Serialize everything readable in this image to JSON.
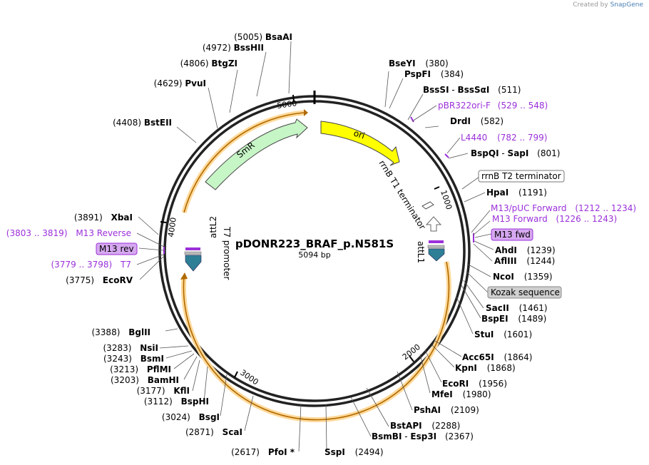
{
  "app": {
    "credit_prefix": "Created by",
    "credit_brand": "SnapGene"
  },
  "plasmid": {
    "name": "pDONR223_BRAF_p.N581S",
    "length_label": "5094 bp",
    "length": 5094
  },
  "ruler": [
    "1000",
    "2000",
    "3000",
    "4000",
    "5000"
  ],
  "features": [
    {
      "name": "ori",
      "color": "#ffff00"
    },
    {
      "name": "SmR",
      "color": "#c6f5c6"
    },
    {
      "name": "rrnB T1 terminator",
      "color": "#ffffff"
    },
    {
      "name": "attL1",
      "color": "#2e7f96"
    },
    {
      "name": "attL2",
      "color": "#2e7f96"
    },
    {
      "name": "T7 promoter",
      "color": "#ffffff"
    }
  ],
  "labels": {
    "BsaAI": {
      "name": "BsaAI",
      "pos": "(5005)"
    },
    "BssHII": {
      "name": "BssHII",
      "pos": "(4972)"
    },
    "BtgZI": {
      "name": "BtgZI",
      "pos": "(4806)"
    },
    "PvuI": {
      "name": "PvuI",
      "pos": "(4629)"
    },
    "BstEII": {
      "name": "BstEII",
      "pos": "(4408)"
    },
    "BseYI": {
      "name": "BseYI",
      "pos": "(380)"
    },
    "PspFI": {
      "name": "PspFI",
      "pos": "(384)"
    },
    "BssSI": {
      "name": "BssSI",
      "sep": "-",
      "name2": "BssSαI",
      "pos": "(511)"
    },
    "pBR322ori": {
      "name": "pBR322ori-F",
      "pos": "(529 .. 548)"
    },
    "DrdI": {
      "name": "DrdI",
      "pos": "(582)"
    },
    "L4440": {
      "name": "L4440",
      "pos": "(782 .. 799)"
    },
    "BspQI": {
      "name": "BspQI",
      "sep": "-",
      "name2": "SapI",
      "pos": "(801)"
    },
    "rrnBT2": {
      "name": "rrnB T2 terminator"
    },
    "HpaI": {
      "name": "HpaI",
      "pos": "(1191)"
    },
    "M13pUC": {
      "name": "M13/pUC Forward",
      "pos": "(1212 .. 1234)"
    },
    "M13F": {
      "name": "M13 Forward",
      "pos": "(1226 .. 1243)"
    },
    "M13fwd": {
      "name": "M13 fwd"
    },
    "AhdI": {
      "name": "AhdI",
      "pos": "(1239)"
    },
    "AflIII": {
      "name": "AflIII",
      "pos": "(1244)"
    },
    "NcoI": {
      "name": "NcoI",
      "pos": "(1359)"
    },
    "Kozak": {
      "name": "Kozak sequence"
    },
    "SacII": {
      "name": "SacII",
      "pos": "(1461)"
    },
    "BspEI": {
      "name": "BspEI",
      "pos": "(1489)"
    },
    "StuI": {
      "name": "StuI",
      "pos": "(1601)"
    },
    "Acc65I": {
      "name": "Acc65I",
      "pos": "(1864)"
    },
    "KpnI": {
      "name": "KpnI",
      "pos": "(1868)"
    },
    "EcoRI": {
      "name": "EcoRI",
      "pos": "(1956)"
    },
    "MfeI": {
      "name": "MfeI",
      "pos": "(1980)"
    },
    "PshAI": {
      "name": "PshAI",
      "pos": "(2109)"
    },
    "BstAPI": {
      "name": "BstAPI",
      "pos": "(2288)"
    },
    "BsmBI": {
      "name": "BsmBI",
      "sep": "-",
      "name2": "Esp3I",
      "pos": "(2367)"
    },
    "SspI": {
      "name": "SspI",
      "pos": "(2494)"
    },
    "PfoI": {
      "name": "PfoI *",
      "pos": "(2617)"
    },
    "ScaI": {
      "name": "ScaI",
      "pos": "(2871)"
    },
    "BsgI": {
      "name": "BsgI",
      "pos": "(3024)"
    },
    "BspHI": {
      "name": "BspHI",
      "pos": "(3112)"
    },
    "KflI": {
      "name": "KflI",
      "pos": "(3177)"
    },
    "BamHI": {
      "name": "BamHI",
      "pos": "(3203)"
    },
    "PflMI": {
      "name": "PflMI",
      "pos": "(3213)"
    },
    "BsmI": {
      "name": "BsmI",
      "pos": "(3243)"
    },
    "NsiI": {
      "name": "NsiI",
      "pos": "(3283)"
    },
    "BglII": {
      "name": "BglII",
      "pos": "(3388)"
    },
    "EcoRV": {
      "name": "EcoRV",
      "pos": "(3775)"
    },
    "T7": {
      "name": "T7",
      "pos": "(3779 .. 3798)"
    },
    "M13rev": {
      "name": "M13 rev"
    },
    "M13R": {
      "name": "M13 Reverse",
      "pos": "(3803 .. 3819)"
    },
    "XbaI": {
      "name": "XbaI",
      "pos": "(3891)"
    }
  }
}
